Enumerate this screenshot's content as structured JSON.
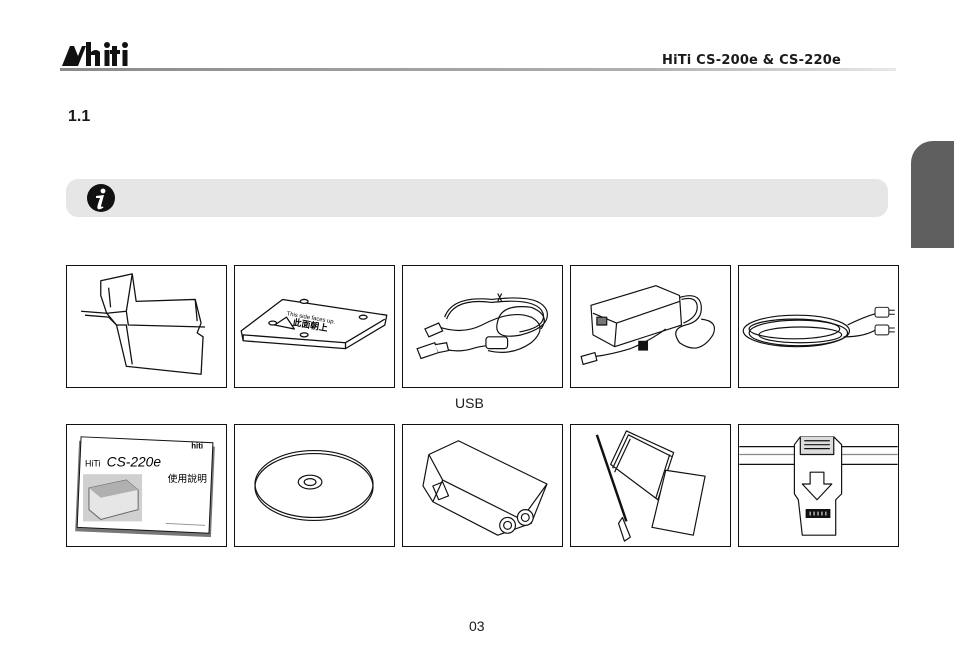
{
  "header": {
    "model_label": "HiTi CS-200e & CS-220e",
    "section_number": "1.1"
  },
  "accessories_row1": [
    {
      "icon": "card-tray-icon"
    },
    {
      "icon": "card-stacker-plate-icon",
      "text_line1": "This side faces up.",
      "text_line2": "此面朝上"
    },
    {
      "icon": "usb-cable-icon",
      "caption": "USB"
    },
    {
      "icon": "power-adapter-icon"
    },
    {
      "icon": "power-cord-icon"
    }
  ],
  "accessories_row2": [
    {
      "icon": "manual-booklet-icon",
      "brand": "hiti",
      "cover_brand": "HiTi",
      "cover_model": "CS-220e",
      "cover_title": "使用說明"
    },
    {
      "icon": "cd-disc-icon"
    },
    {
      "icon": "cleaning-roller-icon"
    },
    {
      "icon": "cleaning-kit-icon"
    },
    {
      "icon": "ribbon-cartridge-icon"
    }
  ],
  "footer": {
    "page_number": "03"
  }
}
